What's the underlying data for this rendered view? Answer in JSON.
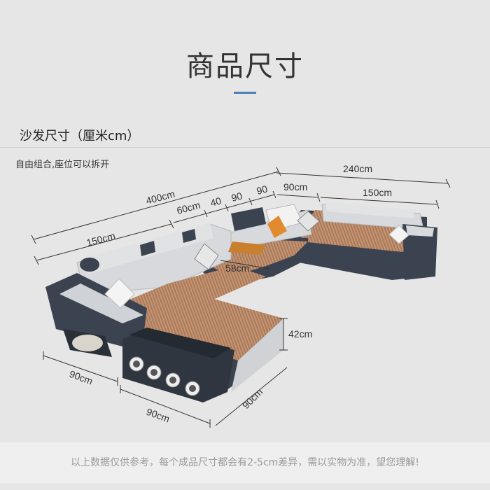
{
  "header": {
    "title": "商品尺寸"
  },
  "section": {
    "heading": "沙发尺寸（厘米cm）",
    "subtitle": "自由组合,座位可以拆开"
  },
  "dimensions": {
    "total_long": "400cm",
    "total_short": "240cm",
    "seg_150_left": "150cm",
    "seg_60": "60cm",
    "seg_40": "40",
    "seg_90a": "90",
    "seg_90b": "90",
    "seg_90_right": "90cm",
    "seg_150_right": "150cm",
    "seat_depth": "58cm",
    "height": "42cm",
    "chaise_width": "90cm",
    "front_width": "90cm",
    "chaise_length": "90cm"
  },
  "footer": {
    "note": "以上数据仅供参考，每个成品尺寸都会有2-5cm差异，需以实物为准，望您理解!"
  },
  "colors": {
    "accent": "#4a7fb7",
    "upholstery_light": "#d7d9dc",
    "upholstery_dark": "#3b4350",
    "seat_fabric": "#b98b68"
  }
}
